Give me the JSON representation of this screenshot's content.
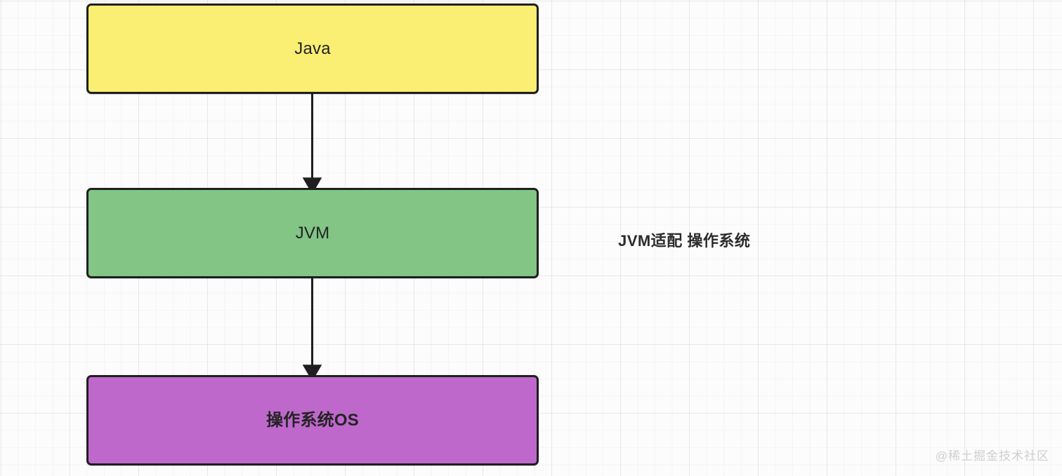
{
  "diagram": {
    "title": "Java JVM OS layer diagram",
    "background": {
      "color": "#fcfcfc",
      "grid_minor_color": "#f2f2f2",
      "grid_major_color": "#e8e8e8"
    },
    "nodes": [
      {
        "id": "java",
        "label": "Java",
        "fill": "#faee73",
        "stroke": "#1f1f1f",
        "text_color": "#232323",
        "bold": false
      },
      {
        "id": "jvm",
        "label": "JVM",
        "fill": "#82c585",
        "stroke": "#1f1f1f",
        "text_color": "#232323",
        "bold": false
      },
      {
        "id": "os",
        "label": "操作系统OS",
        "fill": "#be68cc",
        "stroke": "#1f1f1f",
        "text_color": "#232323",
        "bold": true
      }
    ],
    "edges": [
      {
        "id": "java-to-jvm",
        "from": "java",
        "to": "jvm",
        "color": "#1f1f1f"
      },
      {
        "id": "jvm-to-os",
        "from": "jvm",
        "to": "os",
        "color": "#1f1f1f"
      }
    ],
    "annotation": {
      "text": "JVM适配 操作系统",
      "color": "#2b2b2b"
    },
    "watermark": {
      "text": "@稀土掘金技术社区",
      "color": "#cfcfcf"
    }
  }
}
